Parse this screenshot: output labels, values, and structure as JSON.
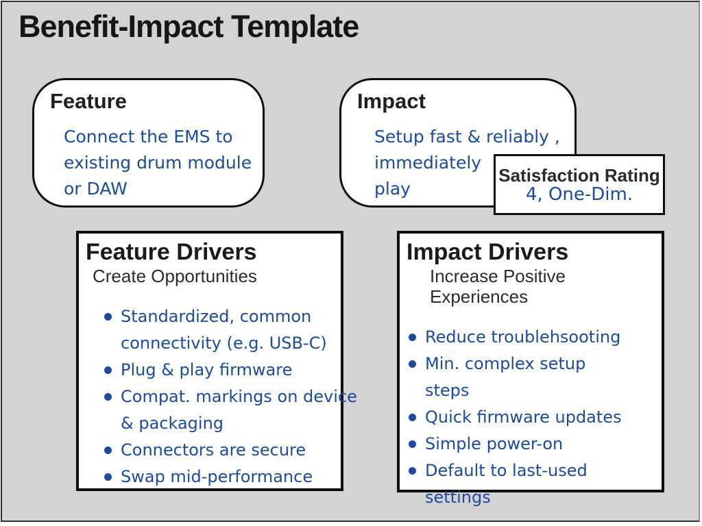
{
  "title": "Benefit-Impact Template",
  "colors": {
    "slide_background": "#d3d3d3",
    "accent_blue": "#1a4ba3",
    "box_border": "#0e0e0e"
  },
  "feature": {
    "header": "Feature",
    "body": "Connect the EMS to\nexisting drum module\nor DAW"
  },
  "impact": {
    "header": "Impact",
    "body": "Setup fast & reliably ,\nimmediately\nplay"
  },
  "satisfaction": {
    "header": "Satisfaction Rating",
    "value": "4, One-Dim."
  },
  "feature_drivers": {
    "header": "Feature Drivers",
    "subtitle": "Create Opportunities",
    "bullets": [
      "Standardized, common\nconnectivity (e.g. USB-C)",
      "Plug & play firmware",
      "Compat. markings on device\n& packaging",
      "Connectors are secure",
      "Swap mid-performance"
    ]
  },
  "impact_drivers": {
    "header": "Impact Drivers",
    "subtitle": "Increase Positive Experiences",
    "bullets": [
      "Reduce troublehsooting",
      "Min. complex setup steps",
      "Quick firmware updates",
      "Simple power-on",
      "Default to last-used\nsettings"
    ]
  }
}
